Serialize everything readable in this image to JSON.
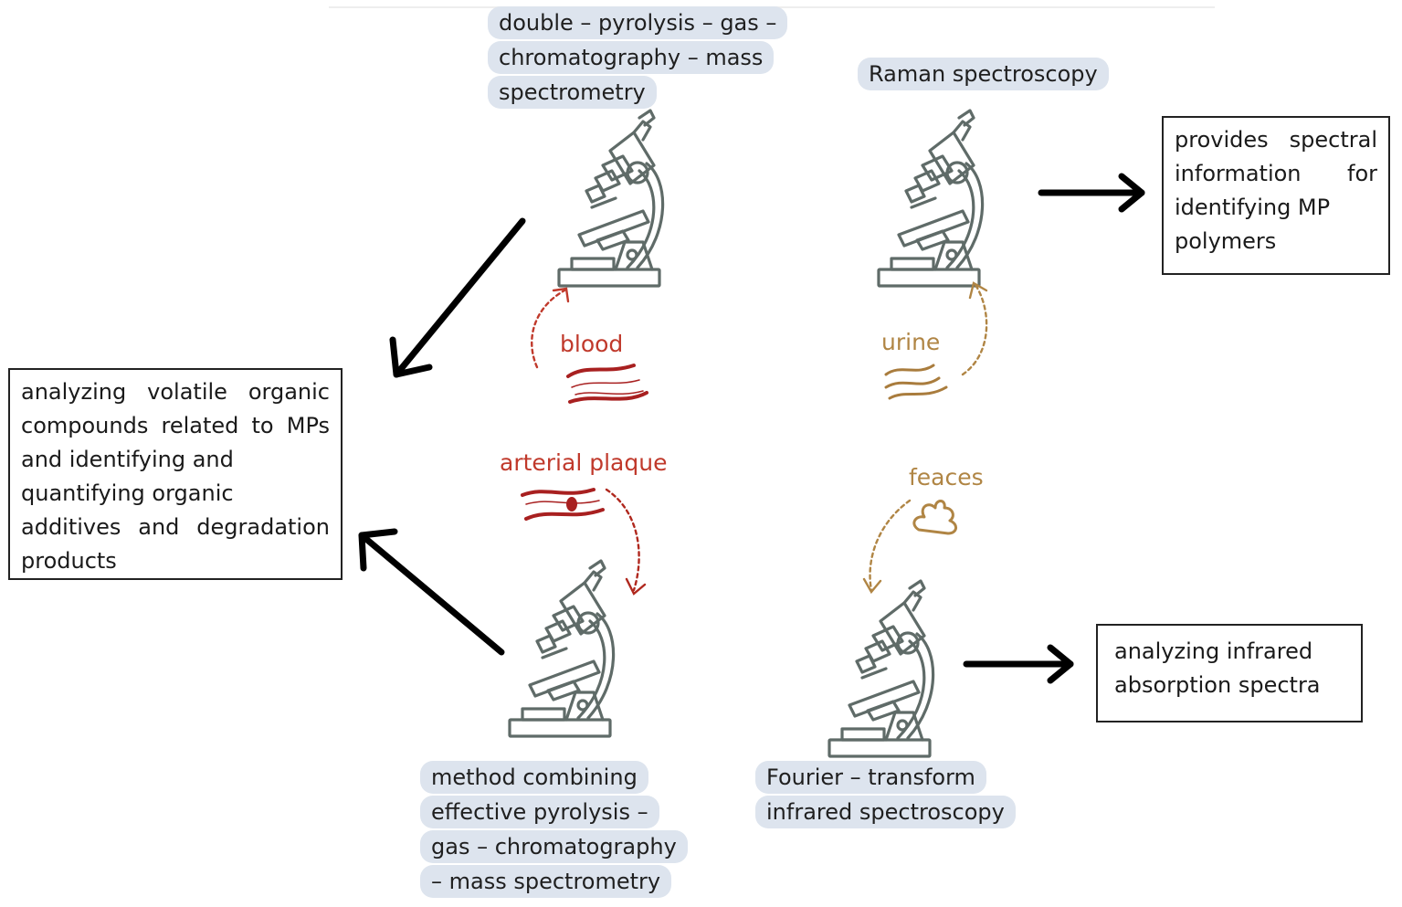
{
  "methods": {
    "top_left": [
      "double – pyrolysis – gas –",
      "chromatography – mass",
      "spectrometry"
    ],
    "top_right": [
      "Raman spectroscopy"
    ],
    "bottom_left": [
      "method combining",
      "effective pyrolysis –",
      "gas – chromatography",
      "– mass spectrometry"
    ],
    "bottom_right": [
      "Fourier – transform",
      "infrared spectroscopy"
    ]
  },
  "descriptions": {
    "left": [
      "analyzing volatile organic",
      "compounds related to MPs",
      "and identifying and",
      "quantifying organic",
      "additives and degradation",
      "products"
    ],
    "right_top": [
      "provides spectral",
      "information for",
      "identifying MP",
      "polymers"
    ],
    "right_bottom": [
      "analyzing infrared",
      "absorption spectra"
    ]
  },
  "samples": {
    "blood": "blood",
    "urine": "urine",
    "arterial_plaque": "arterial plaque",
    "feaces": "feaces"
  },
  "colors": {
    "blood": "#c0392b",
    "urine": "#b08544",
    "microscope": "#5f6b68",
    "tag_background": "#dde4ee",
    "arrow": "#000000"
  },
  "icons": {
    "instrument": "microscope-icon",
    "blood_sample": "blood-vessel-icon",
    "urine_sample": "urine-wave-icon",
    "plaque_sample": "arterial-plaque-icon",
    "feaces_sample": "feaces-icon"
  }
}
